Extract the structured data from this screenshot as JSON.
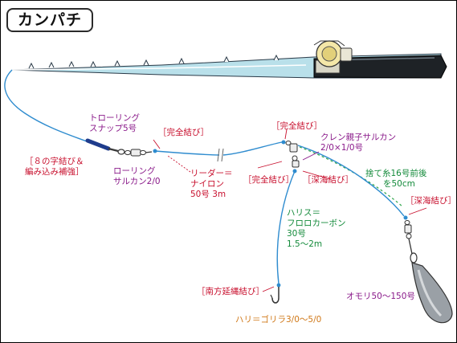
{
  "title": "カンパチ",
  "labels": {
    "trolling_snap": [
      "トローリング",
      "スナップ5号"
    ],
    "knot_figure8": [
      "［８の字結び＆",
      "編み込み補強］"
    ],
    "complete_knot_1": "［完全結び］",
    "rolling_swivel": [
      "ローリング",
      "サルカン2/0"
    ],
    "leader": [
      "リーダー＝",
      "ナイロン",
      "50号 3m"
    ],
    "complete_knot_2": "［完全結び］",
    "complete_knot_3": "［完全結び］",
    "crane_swivel": [
      "クレン親子サルカン",
      "2/0×1/0号"
    ],
    "deep_sea_knot_1": "［深海結び］",
    "sinker_line": [
      "捨て糸16号前後",
      "を50cm"
    ],
    "deep_sea_knot_2": "［深海結び］",
    "harris": [
      "ハリス＝",
      "フロロカーボン",
      "30号",
      "1.5～2m"
    ],
    "nanpo_knot": "［南方延縄結び］",
    "hook": "ハリ＝ゴリラ3/0～5/0",
    "sinker": "オモリ50～150号"
  }
}
